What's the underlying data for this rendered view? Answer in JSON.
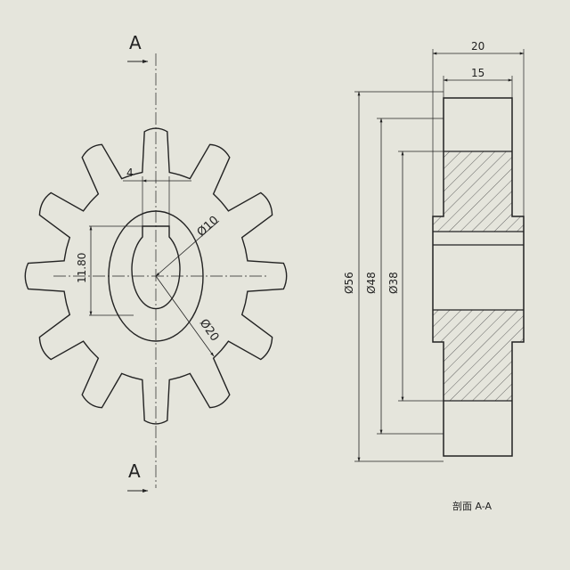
{
  "front_view": {
    "section_label_top": "A",
    "section_label_bottom": "A",
    "dim_keyway_width": "4",
    "dim_keyway_depth": "11.80",
    "dim_bore": "Ø10",
    "dim_hub": "Ø20",
    "teeth_count": 12
  },
  "section_view": {
    "dim_total_width": "20",
    "dim_face_width": "15",
    "dim_tip_diameter": "Ø56",
    "dim_pitch_diameter": "Ø48",
    "dim_root_diameter": "Ø38",
    "caption": "剖面 A-A"
  },
  "colors": {
    "background": "#e5e5dc",
    "line": "#222222",
    "hatch": "#555555"
  }
}
